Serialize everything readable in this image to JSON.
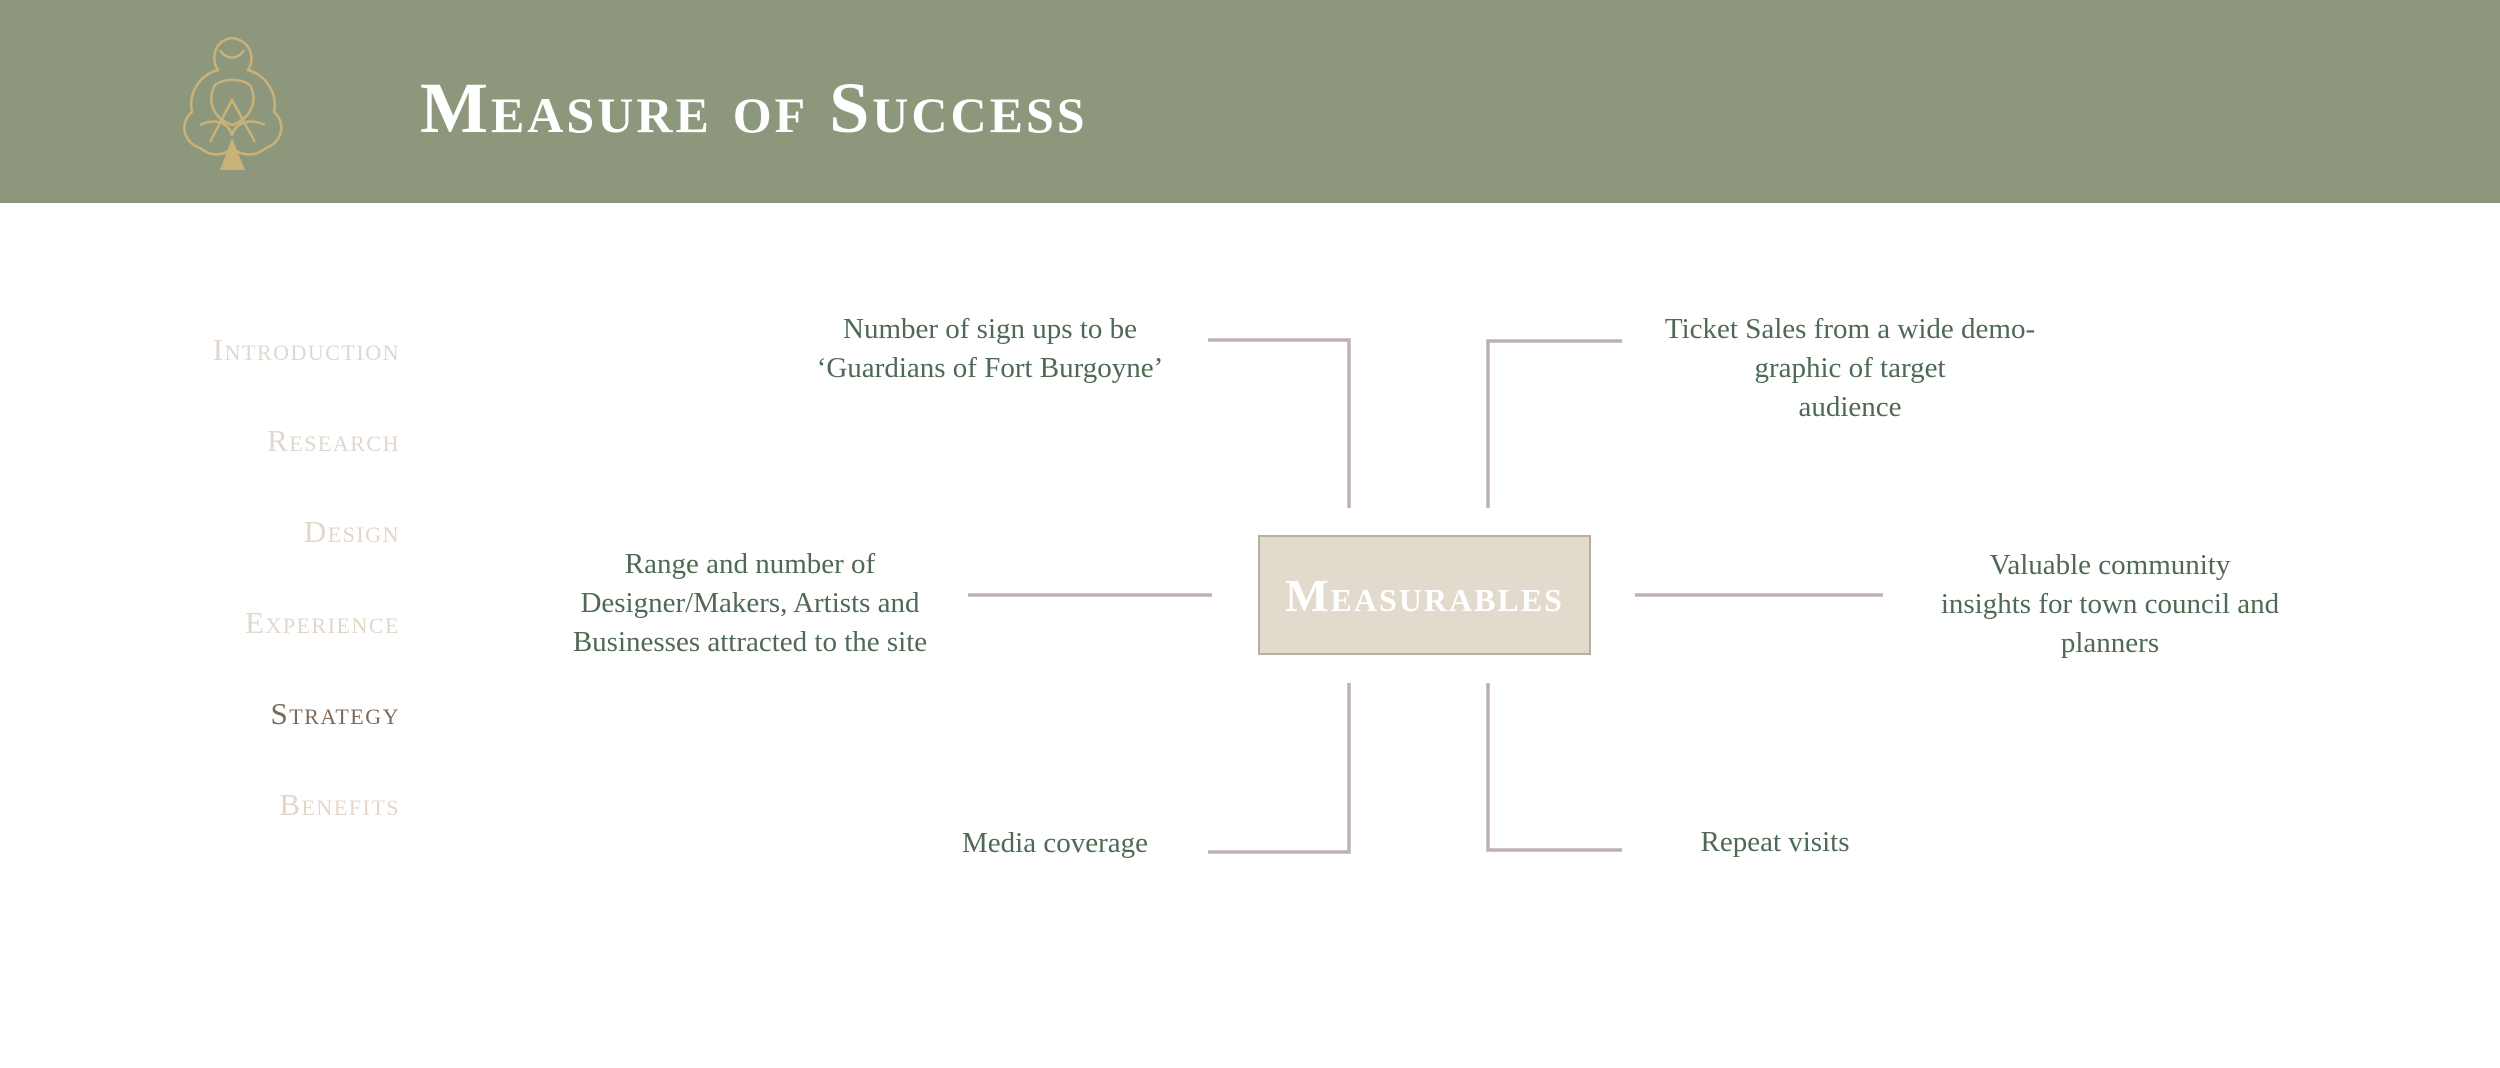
{
  "header": {
    "title": "Measure of Success",
    "logo_icon": "fort-crest-icon",
    "background_color": "#8d977b",
    "logo_color": "#c9b27a"
  },
  "nav": {
    "items": [
      {
        "label": "Introduction",
        "active": false
      },
      {
        "label": "Research",
        "active": false
      },
      {
        "label": "Design",
        "active": false
      },
      {
        "label": "Experience",
        "active": false
      },
      {
        "label": "Strategy",
        "active": true
      },
      {
        "label": "Benefits",
        "active": false
      }
    ],
    "inactive_color": "#e2d7cb",
    "active_color": "#7e6a5a"
  },
  "diagram": {
    "center": "Measurables",
    "items": {
      "top_left": "Number of sign ups to be\n‘Guardians of Fort Burgoyne’",
      "top_right": "Ticket Sales from a wide demo-\ngraphic of target\naudience",
      "middle_left": "Range and number of\nDesigner/Makers, Artists and\nBusinesses attracted to the site",
      "middle_right": "Valuable community\ninsights for town council and\nplanners",
      "bottom_left": "Media coverage",
      "bottom_right": "Repeat visits"
    },
    "text_color": "#4f6a54",
    "connector_color": "#bfb0b6",
    "center_fill": "#e3dace"
  }
}
